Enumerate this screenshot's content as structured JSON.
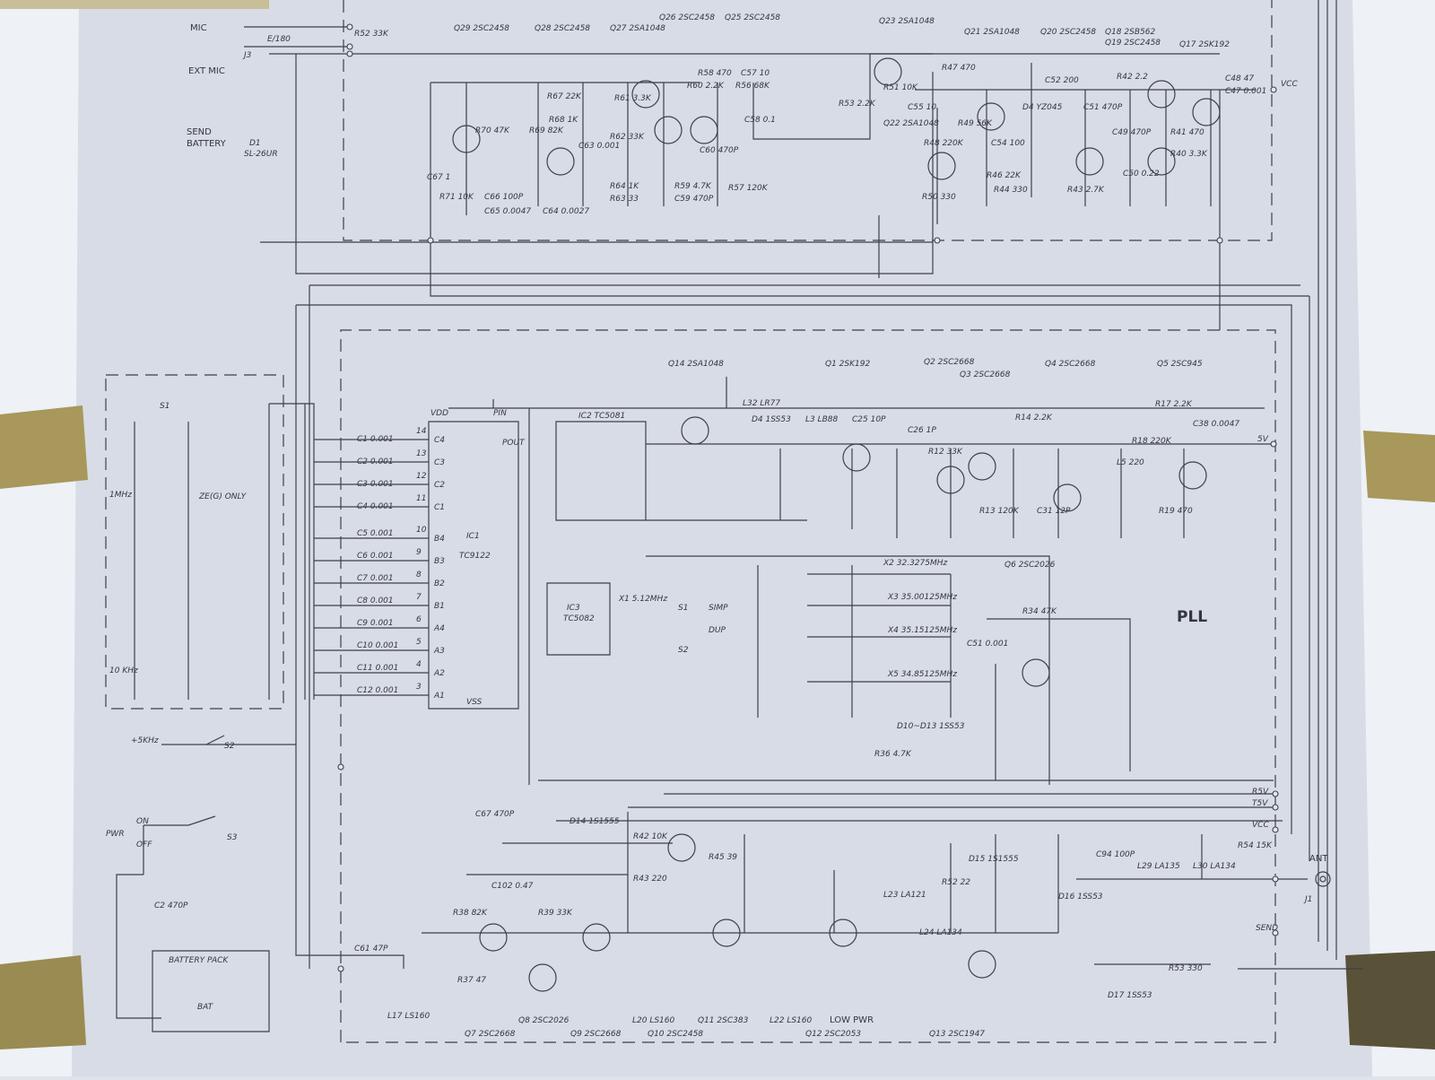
{
  "colors": {
    "paper": "#d8dce6",
    "ink": "#3d4049",
    "tape": "#a8985c",
    "wall": "#eef1f6"
  },
  "left": {
    "mic": "MIC",
    "mic_part": "E/180",
    "j3": "J3",
    "ext_mic": "EXT MIC",
    "send": "SEND",
    "battery": "BATTERY",
    "d1": "D1",
    "d1_part": "SL-26UR",
    "r52": "R52 33K",
    "s1": "S1",
    "mhz": "1MHz",
    "ze_only": "ZE(G) ONLY",
    "khz10": "10 KHz",
    "s2": "S2",
    "khz5": "+5KHz",
    "pwr": "PWR",
    "on": "ON",
    "off": "OFF",
    "s3": "S3",
    "c2": "C2 470P",
    "battery_pack": "BATTERY PACK",
    "bat": "BAT"
  },
  "top": [
    "Q29 2SC2458",
    "Q28 2SC2458",
    "Q27 2SA1048",
    "Q26 2SC2458",
    "Q25 2SC2458",
    "Q23 2SA1048",
    "Q21 2SA1048",
    "Q20 2SC2458",
    "Q18 2SB562",
    "Q19 2SC2458",
    "Q17 2SK192",
    "Q22 2SA1048",
    "R67 22K",
    "R68 1K",
    "R61 3.3K",
    "R62 33K",
    "R60 2.2K",
    "R58 470",
    "R56 68K",
    "C57 10",
    "C58 0.1",
    "R70 47K",
    "R69 82K",
    "R71 10K",
    "C66 100P",
    "C65 0.0047",
    "C64 0.0027",
    "C63 0.001",
    "R64 1K",
    "R63 33",
    "R59 4.7K",
    "C59 470P",
    "C60 470P",
    "R57 120K",
    "C67 1",
    "R51 10K",
    "R53 2.2K",
    "C55 10",
    "R47 470",
    "R49 56K",
    "R48 220K",
    "R50 330",
    "C54 100",
    "D4 YZ045",
    "C52 200",
    "C51 470P",
    "R42 2.2",
    "R41 470",
    "R40 3.3K",
    "C49 470P",
    "C50 0.22",
    "R43 2.7K",
    "R44 330",
    "R46 22K",
    "C48 47",
    "C47 0.001",
    "VCC"
  ],
  "pll": {
    "title": "PLL",
    "q14": "Q14 2SA1048",
    "q1": "Q1 2SK192",
    "q2": "Q2 2SC2668",
    "q3": "Q3 2SC2668",
    "q4": "Q4 2SC2668",
    "q5": "Q5 2SC945",
    "q6": "Q6 2SC2026",
    "ic1": "IC1",
    "ic1_part": "TC9122",
    "ic2": "IC2 TC5081",
    "ic3": "IC3",
    "ic3_part": "TC5082",
    "x1": "X1 5.12MHz",
    "x2": "X2 32.3275MHz",
    "x3": "X3 35.00125MHz",
    "x4": "X4 35.15125MHz",
    "x5": "X5 34.85125MHz",
    "l32": "L32 LR77",
    "d4": "D4 1SS53",
    "l3": "L3 LB88",
    "c25": "C25 10P",
    "c26": "C26 1P",
    "r14": "R14 2.2K",
    "r17": "R17 2.2K",
    "c38": "C38 0.0047",
    "r18": "R18 220K",
    "r12": "R12 33K",
    "r13": "R13 120K",
    "c31": "C31 12P",
    "l5": "L5 220",
    "r19": "R19 470",
    "r34": "R34 47K",
    "c51": "C51 0.001",
    "r36": "R36 4.7K",
    "d10d13": "D10~D13 1SS53",
    "r42": "R42 10K",
    "r45": "R45 39",
    "r43": "R43 220",
    "r5v": "R5V",
    "t5v": "T5V",
    "vcc": "VCC",
    "v5": "5V",
    "simp": "SIMP",
    "dup": "DUP",
    "s1": "S1",
    "s2": "S2",
    "pins_c": [
      "C4",
      "C3",
      "C2",
      "C1",
      "B4",
      "B3",
      "B2",
      "B1",
      "A4",
      "A3",
      "A2",
      "A1"
    ],
    "pins_n": [
      "14",
      "13",
      "12",
      "11",
      "10",
      "9",
      "8",
      "7",
      "6",
      "5",
      "4",
      "3"
    ],
    "caps": [
      "C1 0.001",
      "C2 0.001",
      "C3 0.001",
      "C4 0.001",
      "C5 0.001",
      "C6 0.001",
      "C7 0.001",
      "C8 0.001",
      "C9 0.001",
      "C10 0.001",
      "C11 0.001",
      "C12 0.001"
    ],
    "vdd": "VDD",
    "pin": "PIN",
    "pout": "POUT",
    "vss": "VSS"
  },
  "tx": {
    "q7": "Q7 2SC2668",
    "q8": "Q8 2SC2026",
    "q9": "Q9 2SC2668",
    "q10": "Q10 2SC2458",
    "q11": "Q11 2SC383",
    "q12": "Q12 2SC2053",
    "q13": "Q13 2SC1947",
    "low_pwr": "LOW PWR",
    "l17": "L17 LS160",
    "l20": "L20 LS160",
    "l22": "L22 LS160",
    "c61": "C61 47P",
    "c67": "C67 470P",
    "d14": "D14 1S1555",
    "d15": "D15 1S1555",
    "d16": "D16 1SS53",
    "d17": "D17 1SS53",
    "l29": "L29 LA135",
    "l30": "L30 LA134",
    "r54": "R54 15K",
    "r53": "R53 330",
    "c94": "C94 100P",
    "l23": "L23 LA121",
    "l24": "L24 LA134",
    "r52": "R52 22",
    "r39": "R39 33K",
    "r38": "R38 82K",
    "r37": "R37 47",
    "c102": "C102 0.47",
    "ant": "ANT",
    "j1": "J1",
    "send": "SEND"
  }
}
